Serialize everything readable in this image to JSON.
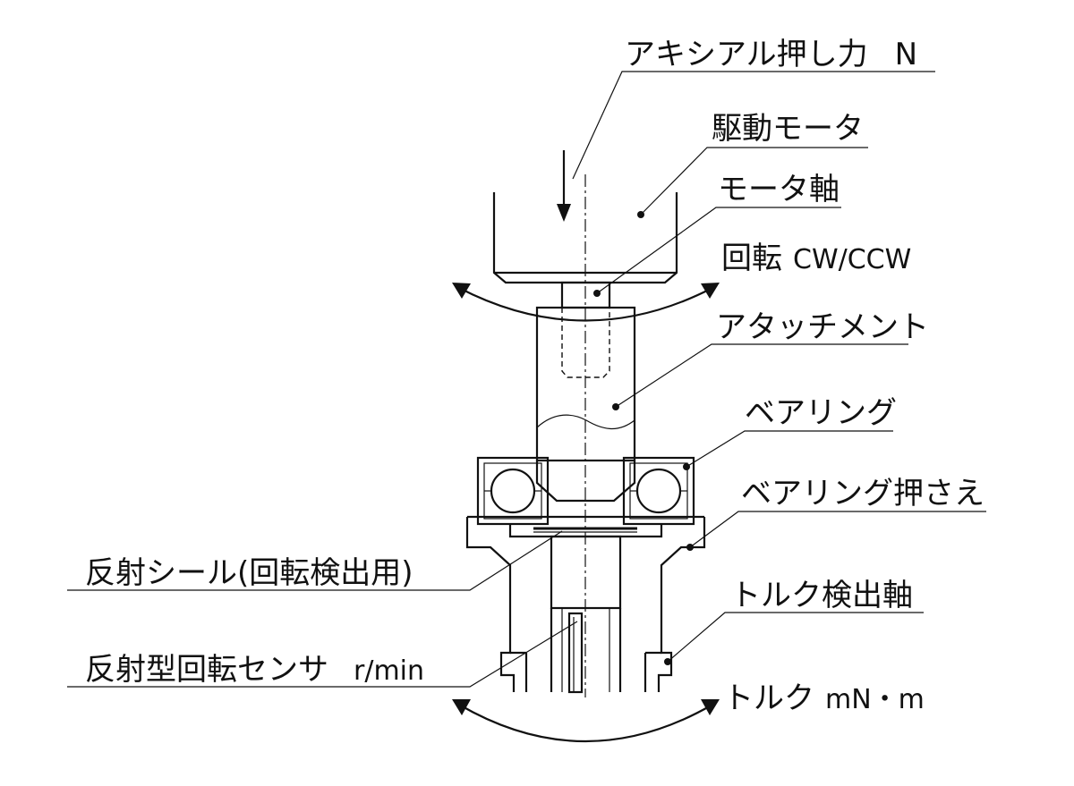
{
  "labels": {
    "axial_force": "アキシアル押し力",
    "axial_force_unit": "N",
    "drive_motor": "駆動モータ",
    "motor_shaft": "モータ軸",
    "rotation": "回転",
    "rotation_dir": "CW/CCW",
    "attachment": "アタッチメント",
    "bearing": "ベアリング",
    "bearing_retainer": "ベアリング押さえ",
    "reflective_seal": "反射シール(回転検出用)",
    "torque_shaft": "トルク検出軸",
    "rotation_sensor": "反射型回転センサ",
    "rotation_sensor_unit": "r/min",
    "torque": "トルク",
    "torque_unit": "mN・m"
  }
}
